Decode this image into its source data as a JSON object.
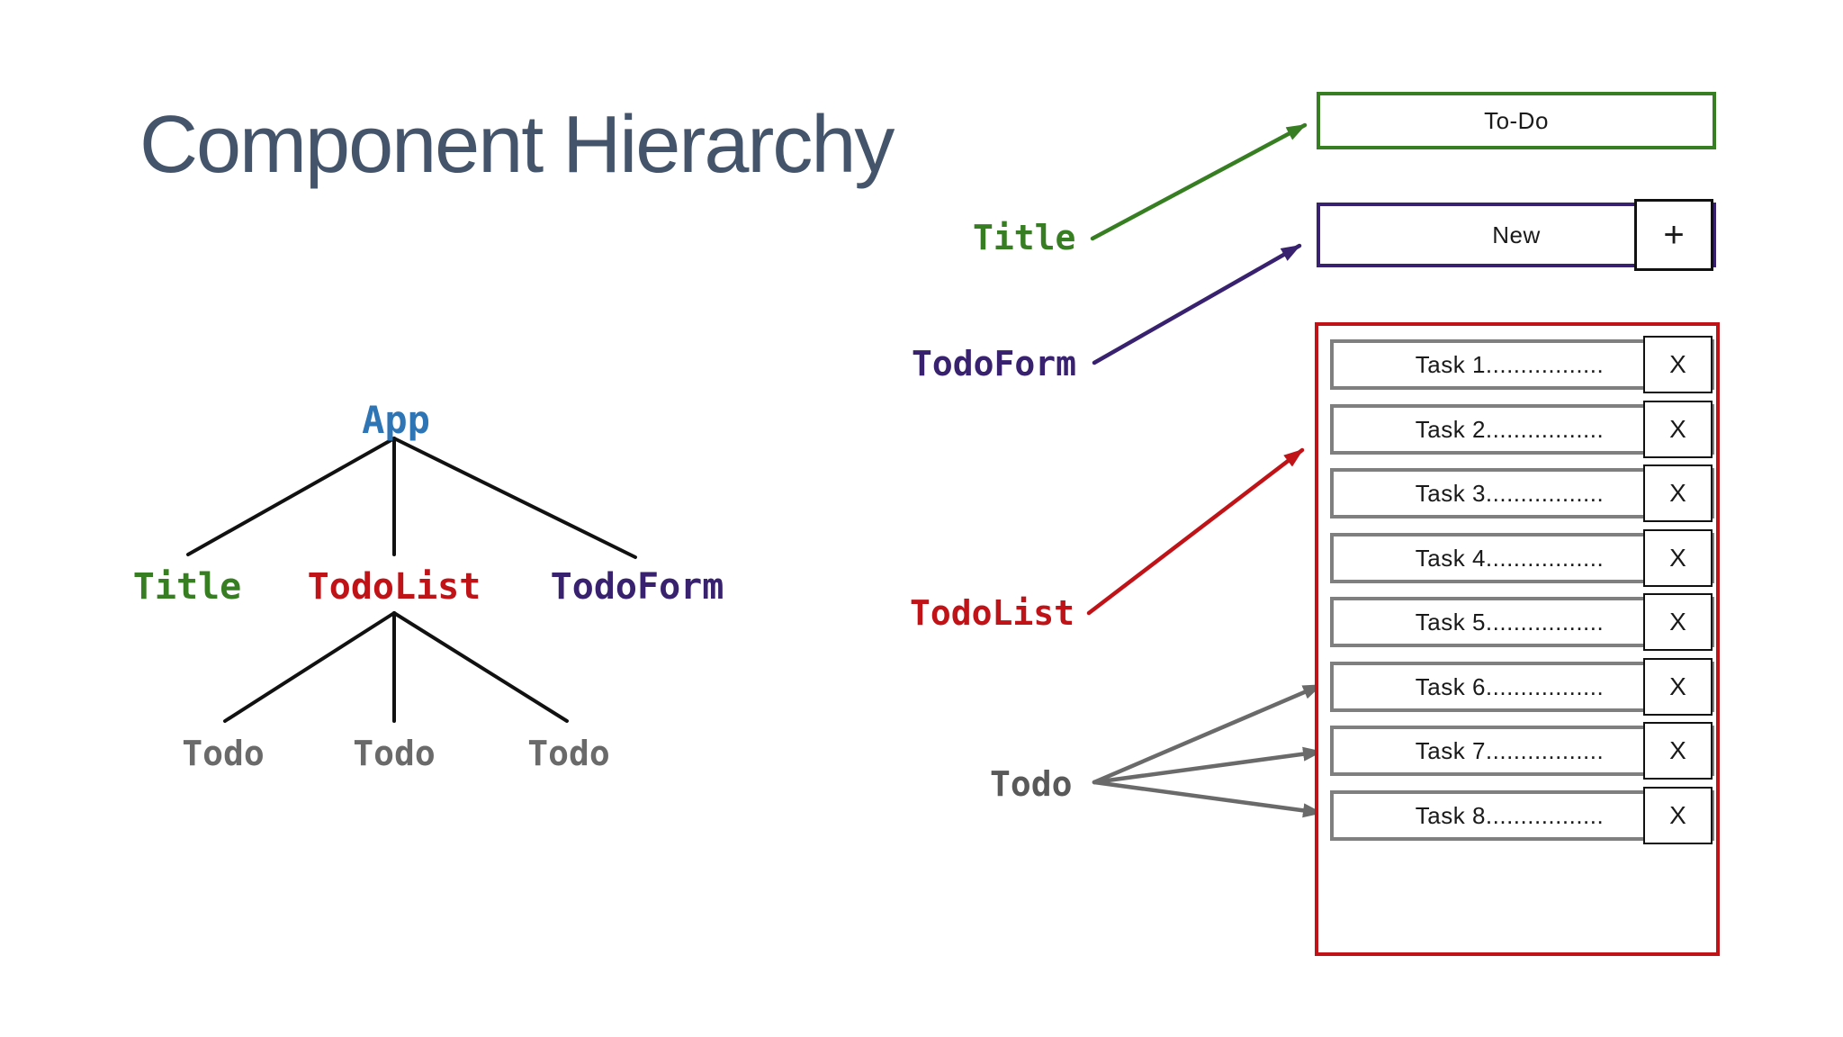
{
  "slide_title": "Component Hierarchy",
  "colors": {
    "heading": "#44546A",
    "app_blue": "#2E75B6",
    "green": "#377E22",
    "red": "#C01318",
    "indigo": "#38216E",
    "gray_label": "#6A6A6A",
    "gray_dark": "#595959",
    "gray_border": "#7F7F7F",
    "ink": "#111111",
    "box_text": "#1A1A1A"
  },
  "tree": {
    "root": "App",
    "children": [
      "Title",
      "TodoList",
      "TodoForm"
    ],
    "leaves": [
      "Todo",
      "Todo",
      "Todo"
    ]
  },
  "callouts": {
    "title": "Title",
    "todoform": "TodoForm",
    "todolist": "TodoList",
    "todo": "Todo"
  },
  "mockup": {
    "header_label": "To-Do",
    "input_label": "New",
    "add_button": "+",
    "remove_button": "X",
    "tasks": [
      "Task 1.................",
      "Task 2.................",
      "Task 3.................",
      "Task 4.................",
      "Task 5.................",
      "Task 6.................",
      "Task 7.................",
      "Task 8................."
    ]
  }
}
